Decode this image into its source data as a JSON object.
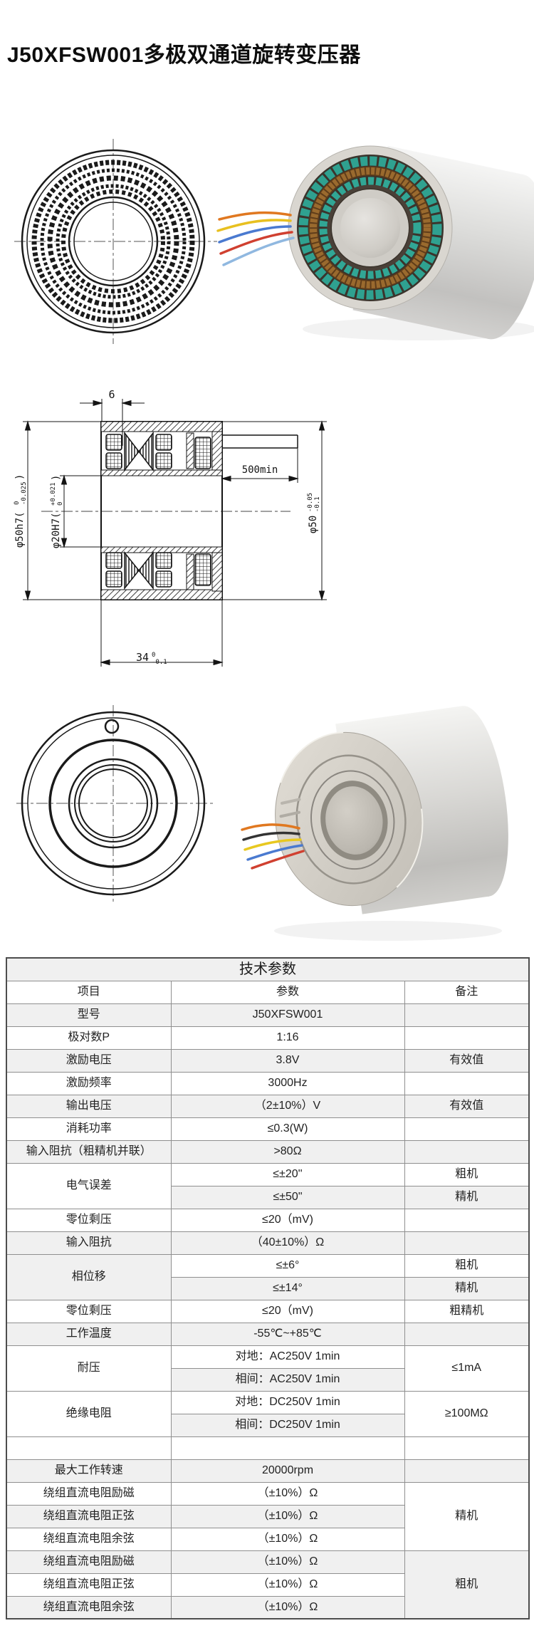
{
  "page": {
    "title": "J50XFSW001多极双通道旋转变压器"
  },
  "dimension_drawing": {
    "top_width": "6",
    "lead_length": "500min",
    "outer_dia": {
      "prefix": "φ50h7(",
      "upper": "0",
      "lower": "-0.025",
      "suffix": ")"
    },
    "bore_dia": {
      "prefix": "φ20H7(",
      "upper": "+0.021",
      "lower": "0",
      "suffix": ")"
    },
    "outer_dia_right": {
      "prefix": "φ50",
      "upper": "-0.05",
      "lower": "-0.1"
    },
    "body_length": {
      "prefix": "34",
      "upper": "0",
      "lower": "-0.1"
    }
  },
  "table": {
    "title": "技术参数",
    "columns": [
      "项目",
      "参数",
      "备注"
    ],
    "rows": [
      {
        "item": "型号",
        "value": "J50XFSW001",
        "note": ""
      },
      {
        "item": "极对数P",
        "value": "1:16",
        "note": ""
      },
      {
        "item": "激励电压",
        "value": "3.8V",
        "note": "有效值"
      },
      {
        "item": "激励频率",
        "value": "3000Hz",
        "note": ""
      },
      {
        "item": "输出电压",
        "value": "（2±10%）V",
        "note": "有效值"
      },
      {
        "item": "消耗功率",
        "value": "≤0.3(W)",
        "note": ""
      },
      {
        "item": "输入阻抗（粗精机并联）",
        "value": ">80Ω",
        "note": ""
      },
      {
        "item": "电气误差",
        "value": "≤±20''",
        "note": "粗机"
      },
      {
        "value": "≤±50\"",
        "note": "精机"
      },
      {
        "item": "零位剩压",
        "value": "≤20（mV)",
        "note": ""
      },
      {
        "item": "输入阻抗",
        "value": "（40±10%）Ω",
        "note": ""
      },
      {
        "item": "相位移",
        "value": "≤±6°",
        "note": "粗机"
      },
      {
        "value": "≤±14°",
        "note": "精机"
      },
      {
        "item": "零位剩压",
        "value": "≤20（mV)",
        "note": "粗精机"
      },
      {
        "item": "工作温度",
        "value": "-55℃~+85℃",
        "note": ""
      },
      {
        "item": "耐压",
        "value": "对地：AC250V 1min",
        "note": "≤1mA"
      },
      {
        "value": "相间：AC250V 1min"
      },
      {
        "item": "绝缘电阻",
        "value": "对地：DC250V 1min",
        "note": "≥100MΩ"
      },
      {
        "value": "相间：DC250V 1min"
      },
      {
        "item": "",
        "value": "",
        "note": ""
      },
      {
        "item": "最大工作转速",
        "value": "20000rpm",
        "note": ""
      },
      {
        "item": "绕组直流电阻励磁",
        "value": "（±10%）Ω",
        "note": "精机"
      },
      {
        "item": "绕组直流电阻正弦",
        "value": "（±10%）Ω"
      },
      {
        "item": "绕组直流电阻余弦",
        "value": "（±10%）Ω"
      },
      {
        "item": "绕组直流电阻励磁",
        "value": "（±10%）Ω",
        "note": "粗机"
      },
      {
        "item": "绕组直流电阻正弦",
        "value": "（±10%）Ω"
      },
      {
        "item": "绕组直流电阻余弦",
        "value": "（±10%）Ω"
      }
    ]
  },
  "colors": {
    "stripe": "#f0f0f0",
    "border_outer": "#4d4d4d",
    "border_inner": "#8f8f8f",
    "teal_ring": "#2fa190",
    "copper_ring": "#8a5a28",
    "steel_light": "#f2f2f0",
    "steel_mid": "#c9c7c3"
  }
}
